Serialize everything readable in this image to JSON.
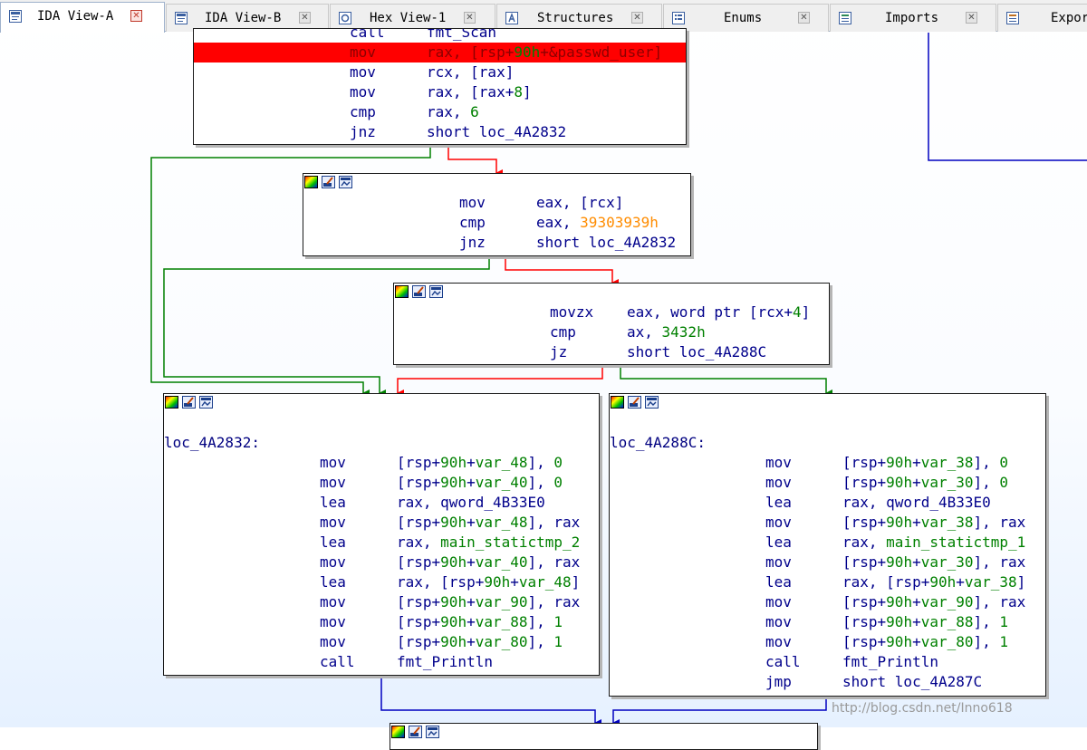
{
  "tabs": [
    {
      "label": "IDA View-A",
      "icon": "ida-view-icon",
      "active": true
    },
    {
      "label": "IDA View-B",
      "icon": "ida-view-icon",
      "active": false
    },
    {
      "label": "Hex View-1",
      "icon": "hex-view-icon",
      "active": false
    },
    {
      "label": "Structures",
      "icon": "structures-icon",
      "active": false
    },
    {
      "label": "Enums",
      "icon": "enums-icon",
      "active": false
    },
    {
      "label": "Imports",
      "icon": "imports-icon",
      "active": false
    },
    {
      "label": "Expor",
      "icon": "exports-icon",
      "active": false
    }
  ],
  "close_glyph": "✕",
  "watermark": "http://blog.csdn.net/Inno618",
  "colors": {
    "highlight": "#ff0000",
    "mnemonic": "#00008b",
    "register": "#008000",
    "immediate": "#ff8c00",
    "edge_true": "#008000",
    "edge_false": "#ff0000",
    "edge_jump": "#0000c0"
  },
  "blocks": [
    {
      "label": "",
      "lines": [
        {
          "mnemonic": "call",
          "operand": "fmt_Scan"
        },
        {
          "mnemonic": "mov",
          "operand": [
            {
              "t": "rax, [rsp+"
            },
            {
              "t": "90h",
              "c": "g"
            },
            {
              "t": "+&passwd_user]"
            }
          ],
          "highlight": true
        },
        {
          "mnemonic": "mov",
          "operand": "rcx, [rax]"
        },
        {
          "mnemonic": "mov",
          "operand": [
            {
              "t": "rax, [rax+"
            },
            {
              "t": "8",
              "c": "g"
            },
            {
              "t": "]"
            }
          ]
        },
        {
          "mnemonic": "cmp",
          "operand": [
            {
              "t": "rax, "
            },
            {
              "t": "6",
              "c": "g"
            }
          ]
        },
        {
          "mnemonic": "jnz",
          "operand": "short loc_4A2832"
        }
      ]
    },
    {
      "label": "",
      "lines": [
        {
          "mnemonic": "mov",
          "operand": "eax, [rcx]"
        },
        {
          "mnemonic": "cmp",
          "operand": [
            {
              "t": "eax, "
            },
            {
              "t": "39303939h",
              "c": "o"
            }
          ]
        },
        {
          "mnemonic": "jnz",
          "operand": "short loc_4A2832"
        }
      ]
    },
    {
      "label": "",
      "lines": [
        {
          "mnemonic": "movzx",
          "operand": [
            {
              "t": "eax, word ptr [rcx+"
            },
            {
              "t": "4",
              "c": "g"
            },
            {
              "t": "]"
            }
          ]
        },
        {
          "mnemonic": "cmp",
          "operand": [
            {
              "t": "ax, "
            },
            {
              "t": "3432h",
              "c": "g"
            }
          ]
        },
        {
          "mnemonic": "jz",
          "operand": "short loc_4A288C"
        }
      ]
    },
    {
      "label": "loc_4A2832:",
      "lines": [
        {
          "mnemonic": "mov",
          "operand": [
            {
              "t": "[rsp+"
            },
            {
              "t": "90h",
              "c": "g"
            },
            {
              "t": "+"
            },
            {
              "t": "var_48",
              "c": "g"
            },
            {
              "t": "], "
            },
            {
              "t": "0",
              "c": "g"
            }
          ]
        },
        {
          "mnemonic": "mov",
          "operand": [
            {
              "t": "[rsp+"
            },
            {
              "t": "90h",
              "c": "g"
            },
            {
              "t": "+"
            },
            {
              "t": "var_40",
              "c": "g"
            },
            {
              "t": "], "
            },
            {
              "t": "0",
              "c": "g"
            }
          ]
        },
        {
          "mnemonic": "lea",
          "operand": "rax, qword_4B33E0"
        },
        {
          "mnemonic": "mov",
          "operand": [
            {
              "t": "[rsp+"
            },
            {
              "t": "90h",
              "c": "g"
            },
            {
              "t": "+"
            },
            {
              "t": "var_48",
              "c": "g"
            },
            {
              "t": "], rax"
            }
          ]
        },
        {
          "mnemonic": "lea",
          "operand": [
            {
              "t": "rax, "
            },
            {
              "t": "main_statictmp_2",
              "c": "g"
            }
          ]
        },
        {
          "mnemonic": "mov",
          "operand": [
            {
              "t": "[rsp+"
            },
            {
              "t": "90h",
              "c": "g"
            },
            {
              "t": "+"
            },
            {
              "t": "var_40",
              "c": "g"
            },
            {
              "t": "], rax"
            }
          ]
        },
        {
          "mnemonic": "lea",
          "operand": [
            {
              "t": "rax, [rsp+"
            },
            {
              "t": "90h",
              "c": "g"
            },
            {
              "t": "+"
            },
            {
              "t": "var_48",
              "c": "g"
            },
            {
              "t": "]"
            }
          ]
        },
        {
          "mnemonic": "mov",
          "operand": [
            {
              "t": "[rsp+"
            },
            {
              "t": "90h",
              "c": "g"
            },
            {
              "t": "+"
            },
            {
              "t": "var_90",
              "c": "g"
            },
            {
              "t": "], rax"
            }
          ]
        },
        {
          "mnemonic": "mov",
          "operand": [
            {
              "t": "[rsp+"
            },
            {
              "t": "90h",
              "c": "g"
            },
            {
              "t": "+"
            },
            {
              "t": "var_88",
              "c": "g"
            },
            {
              "t": "], "
            },
            {
              "t": "1",
              "c": "g"
            }
          ]
        },
        {
          "mnemonic": "mov",
          "operand": [
            {
              "t": "[rsp+"
            },
            {
              "t": "90h",
              "c": "g"
            },
            {
              "t": "+"
            },
            {
              "t": "var_80",
              "c": "g"
            },
            {
              "t": "], "
            },
            {
              "t": "1",
              "c": "g"
            }
          ]
        },
        {
          "mnemonic": "call",
          "operand": "fmt_Println"
        }
      ]
    },
    {
      "label": "loc_4A288C:",
      "lines": [
        {
          "mnemonic": "mov",
          "operand": [
            {
              "t": "[rsp+"
            },
            {
              "t": "90h",
              "c": "g"
            },
            {
              "t": "+"
            },
            {
              "t": "var_38",
              "c": "g"
            },
            {
              "t": "], "
            },
            {
              "t": "0",
              "c": "g"
            }
          ]
        },
        {
          "mnemonic": "mov",
          "operand": [
            {
              "t": "[rsp+"
            },
            {
              "t": "90h",
              "c": "g"
            },
            {
              "t": "+"
            },
            {
              "t": "var_30",
              "c": "g"
            },
            {
              "t": "], "
            },
            {
              "t": "0",
              "c": "g"
            }
          ]
        },
        {
          "mnemonic": "lea",
          "operand": "rax, qword_4B33E0"
        },
        {
          "mnemonic": "mov",
          "operand": [
            {
              "t": "[rsp+"
            },
            {
              "t": "90h",
              "c": "g"
            },
            {
              "t": "+"
            },
            {
              "t": "var_38",
              "c": "g"
            },
            {
              "t": "], rax"
            }
          ]
        },
        {
          "mnemonic": "lea",
          "operand": [
            {
              "t": "rax, "
            },
            {
              "t": "main_statictmp_1",
              "c": "g"
            }
          ]
        },
        {
          "mnemonic": "mov",
          "operand": [
            {
              "t": "[rsp+"
            },
            {
              "t": "90h",
              "c": "g"
            },
            {
              "t": "+"
            },
            {
              "t": "var_30",
              "c": "g"
            },
            {
              "t": "], rax"
            }
          ]
        },
        {
          "mnemonic": "lea",
          "operand": [
            {
              "t": "rax, [rsp+"
            },
            {
              "t": "90h",
              "c": "g"
            },
            {
              "t": "+"
            },
            {
              "t": "var_38",
              "c": "g"
            },
            {
              "t": "]"
            }
          ]
        },
        {
          "mnemonic": "mov",
          "operand": [
            {
              "t": "[rsp+"
            },
            {
              "t": "90h",
              "c": "g"
            },
            {
              "t": "+"
            },
            {
              "t": "var_90",
              "c": "g"
            },
            {
              "t": "], rax"
            }
          ]
        },
        {
          "mnemonic": "mov",
          "operand": [
            {
              "t": "[rsp+"
            },
            {
              "t": "90h",
              "c": "g"
            },
            {
              "t": "+"
            },
            {
              "t": "var_88",
              "c": "g"
            },
            {
              "t": "], "
            },
            {
              "t": "1",
              "c": "g"
            }
          ]
        },
        {
          "mnemonic": "mov",
          "operand": [
            {
              "t": "[rsp+"
            },
            {
              "t": "90h",
              "c": "g"
            },
            {
              "t": "+"
            },
            {
              "t": "var_80",
              "c": "g"
            },
            {
              "t": "], "
            },
            {
              "t": "1",
              "c": "g"
            }
          ]
        },
        {
          "mnemonic": "call",
          "operand": "fmt_Println"
        },
        {
          "mnemonic": "jmp",
          "operand": "short loc_4A287C"
        }
      ]
    },
    {
      "label": "",
      "lines": []
    }
  ]
}
